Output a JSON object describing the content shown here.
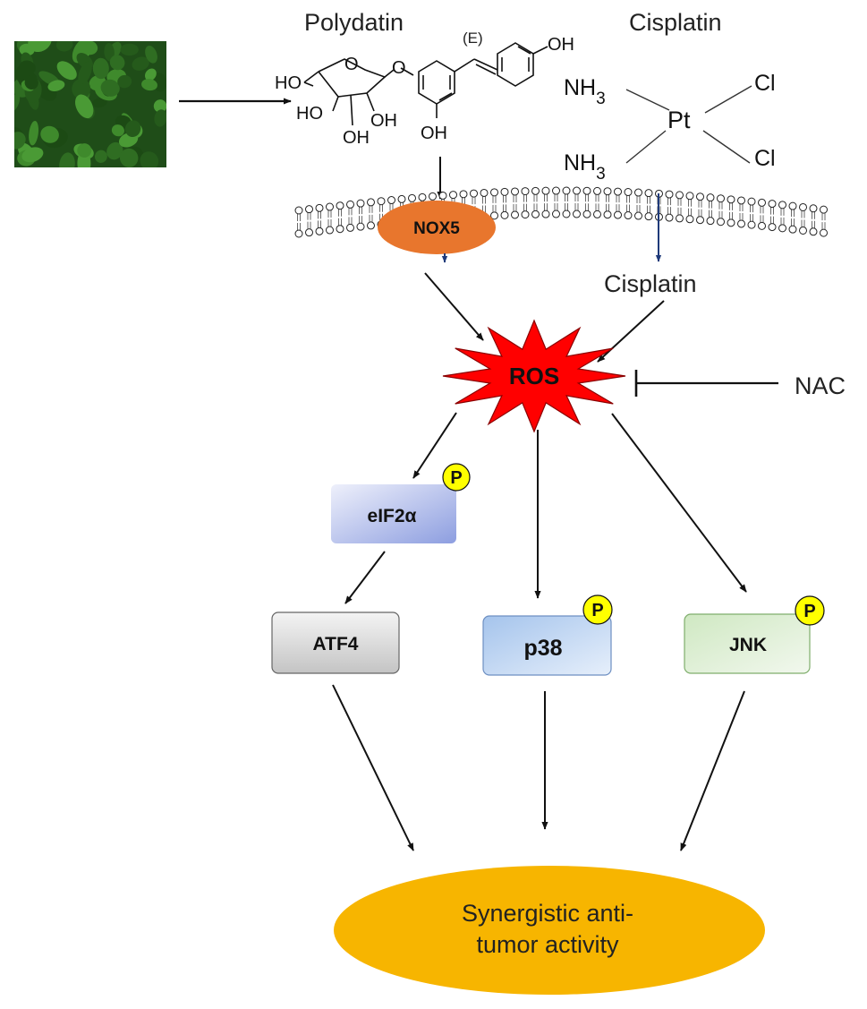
{
  "title_polydatin": "Polydatin",
  "title_cisplatin": "Cisplatin",
  "polydatin_structure": {
    "stereo": "(E)",
    "oh_top_right": "OH",
    "oh_phenol": "OH",
    "ho_ch2": "HO",
    "ho_ring_left": "HO",
    "oh_ring_a": "OH",
    "oh_ring_b": "OH",
    "ring_oxygen": "O",
    "glycosidic_oxygen": "O"
  },
  "cisplatin_structure": {
    "metal": "Pt",
    "ligand_nh3_top": "NH",
    "ligand_nh3_bottom": "NH",
    "subscript": "3",
    "ligand_cl_top": "Cl",
    "ligand_cl_bottom": "Cl"
  },
  "membrane": {
    "protein": "NOX5"
  },
  "intracellular_cisplatin": "Cisplatin",
  "ros_label": "ROS",
  "inhibitor_label": "NAC",
  "nodes": {
    "eif2a": "eIF2α",
    "atf4": "ATF4",
    "p38": "p38",
    "jnk": "JNK",
    "phospho": "P"
  },
  "outcome": {
    "line1": "Synergistic anti-",
    "line2": "tumor activity"
  },
  "colors": {
    "nox5": "#e8762d",
    "ros_fill": "#ff0000",
    "phospho_fill": "#ffff00",
    "outcome_fill": "#f7b500",
    "eif2a_gradient": [
      "#eef0fb",
      "#8d9ee0"
    ],
    "atf4_gradient": [
      "#f4f4f4",
      "#c9c9c9"
    ],
    "p38_gradient": [
      "#a5c4ec",
      "#e6effb"
    ],
    "jnk_gradient": [
      "#d4ebc8",
      "#f2f8ee"
    ],
    "plant_leaves": "#2f6d22",
    "arrow_blue": "#1f3a7a"
  }
}
